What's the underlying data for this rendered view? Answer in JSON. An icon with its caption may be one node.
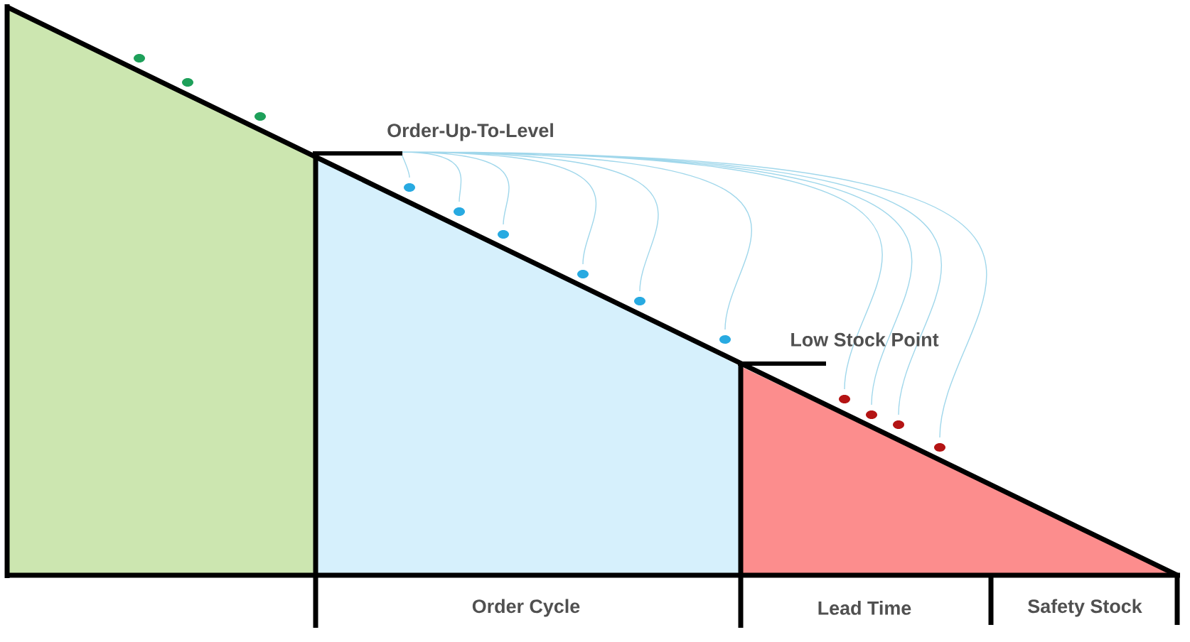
{
  "diagram": {
    "labels": [
      "Order-Up-To-Level",
      "Low Stock Point",
      "Order Cycle",
      "Lead Time",
      "Safety Stock"
    ]
  }
}
